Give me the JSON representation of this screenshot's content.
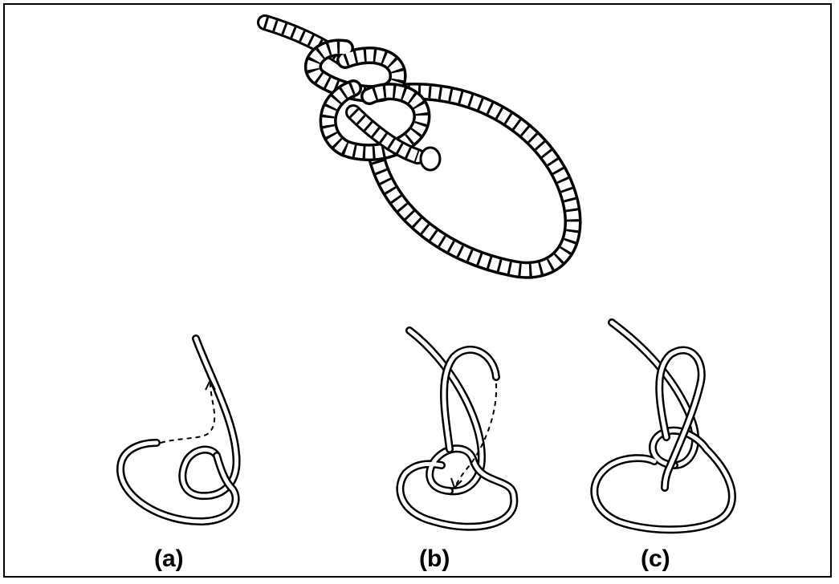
{
  "figure": {
    "colors": {
      "ink": "#000000",
      "paper": "#ffffff"
    },
    "main_illustration": "bowline-knot-rope-loop",
    "steps": [
      {
        "label": "(a)",
        "illustration": "overhand-loop-with-arrow"
      },
      {
        "label": "(b)",
        "illustration": "end-through-loop-around-standing-part"
      },
      {
        "label": "(c)",
        "illustration": "finished-bowline"
      }
    ]
  }
}
